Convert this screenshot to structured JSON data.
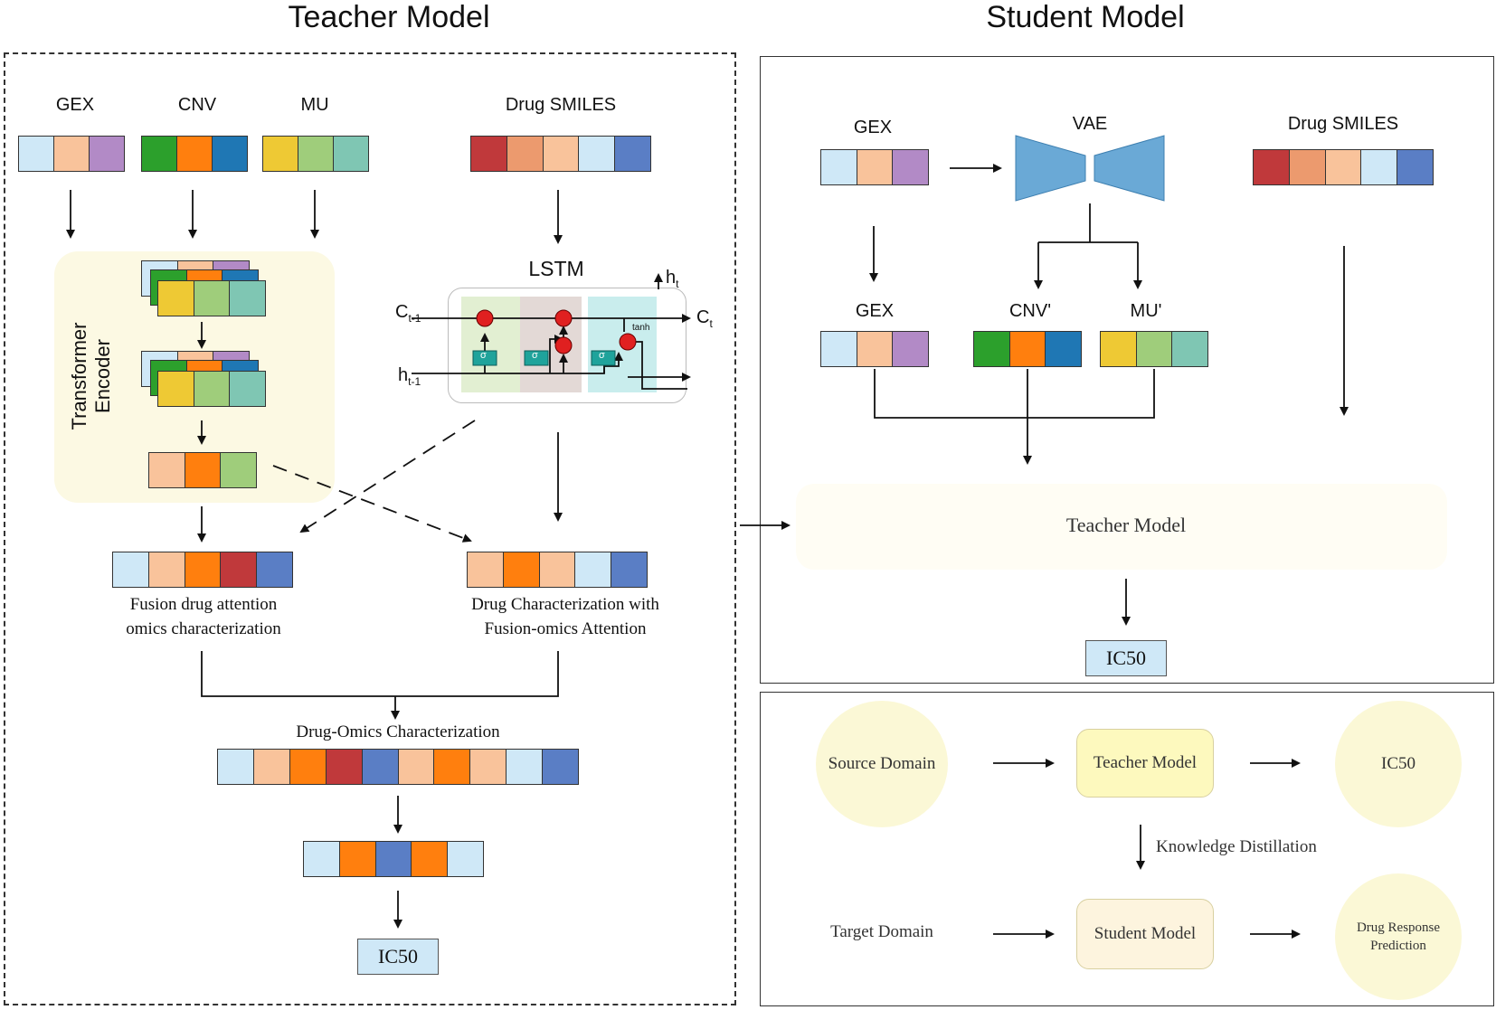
{
  "teacher": {
    "title": "Teacher Model",
    "inputs": {
      "gex": "GEX",
      "cnv": "CNV",
      "mu": "MU",
      "smiles": "Drug SMILES"
    },
    "encoder_label": "Transformer Encoder",
    "lstm": {
      "title": "LSTM",
      "c_prev": "C",
      "c_prev_sub": "t-1",
      "c_next": "C",
      "c_next_sub": "t",
      "h_prev": "h",
      "h_prev_sub": "t-1",
      "h_next": "h",
      "h_next_sub": "t",
      "sigma": "σ",
      "tanh": "tanh"
    },
    "fusion_omics": "Fusion drug attention omics characterization",
    "fusion_omics_l1": "Fusion drug attention",
    "fusion_omics_l2": "omics characterization",
    "drug_char_l1": "Drug Characterization with",
    "drug_char_l2": "Fusion-omics Attention",
    "drug_omics": "Drug-Omics Characterization",
    "output": "IC50"
  },
  "student": {
    "title": "Student Model",
    "gex": "GEX",
    "vae": "VAE",
    "smiles": "Drug SMILES",
    "gex2": "GEX",
    "cnv2": "CNV'",
    "mu2": "MU'",
    "teacher_block": "Teacher Model",
    "output": "IC50"
  },
  "distill": {
    "source": "Source Domain",
    "teacher": "Teacher Model",
    "ic50": "IC50",
    "kd": "Knowledge Distillation",
    "target": "Target Domain",
    "student": "Student Model",
    "prediction_l1": "Drug Response",
    "prediction_l2": "Prediction"
  },
  "colors": {
    "light_blue": "#cfe8f7",
    "peach": "#f9c39b",
    "purple": "#b28ac6",
    "green": "#2ca02c",
    "orange": "#ff7f0e",
    "blue": "#1f77b4",
    "yellow": "#eec934",
    "light_green": "#9fcd7b",
    "teal": "#7fc6b3",
    "red": "#c0393b",
    "salmon": "#ec9a6e",
    "slate_blue": "#5a7ec5",
    "vae": "#6aa9d6"
  }
}
